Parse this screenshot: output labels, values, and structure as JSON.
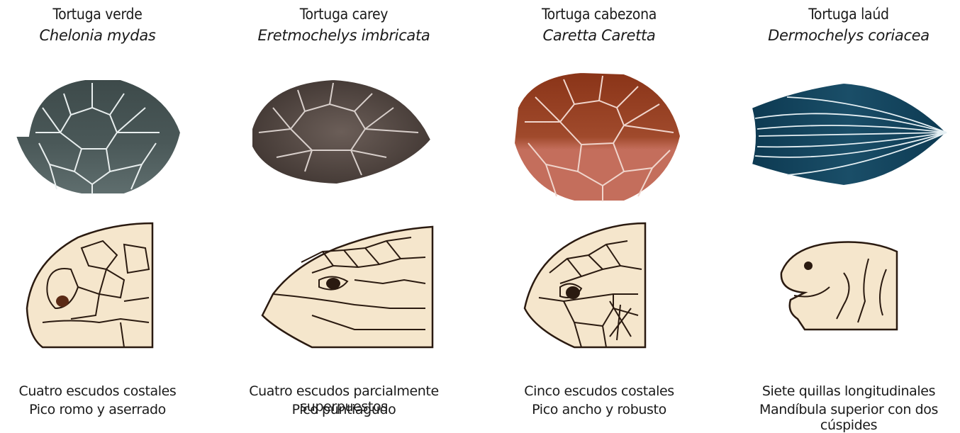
{
  "species": [
    {
      "common": "Tortuga verde",
      "scientific": "Chelonia mydas",
      "desc1": "Cuatro escudos costales",
      "desc2": "Pico romo y aserrado",
      "shell_color": "#3d4a4a",
      "shell_color_light": "#5f6e6e"
    },
    {
      "common": "Tortuga carey",
      "scientific": "Eretmochelys imbricata",
      "desc1": "Cuatro escudos parcialmente superpuestos",
      "desc2": "Pico puntiagudo",
      "shell_color": "#3e3430",
      "shell_color_light": "#6b5e58"
    },
    {
      "common": "Tortuga cabezona",
      "scientific": "Caretta Caretta",
      "desc1": "Cinco escudos costales",
      "desc2": "Pico ancho y robusto",
      "shell_color": "#8a3418",
      "shell_color_light": "#c46e5c"
    },
    {
      "common": "Tortuga laúd",
      "scientific": "Dermochelys coriacea",
      "desc1": "Siete quillas longitudinales",
      "desc2": "Mandíbula superior con dos cúspides",
      "shell_color": "#0d3a52",
      "shell_color_light": "#2d6580"
    }
  ],
  "head_color": "#f5e6cc",
  "line_color": "#2a1a10"
}
